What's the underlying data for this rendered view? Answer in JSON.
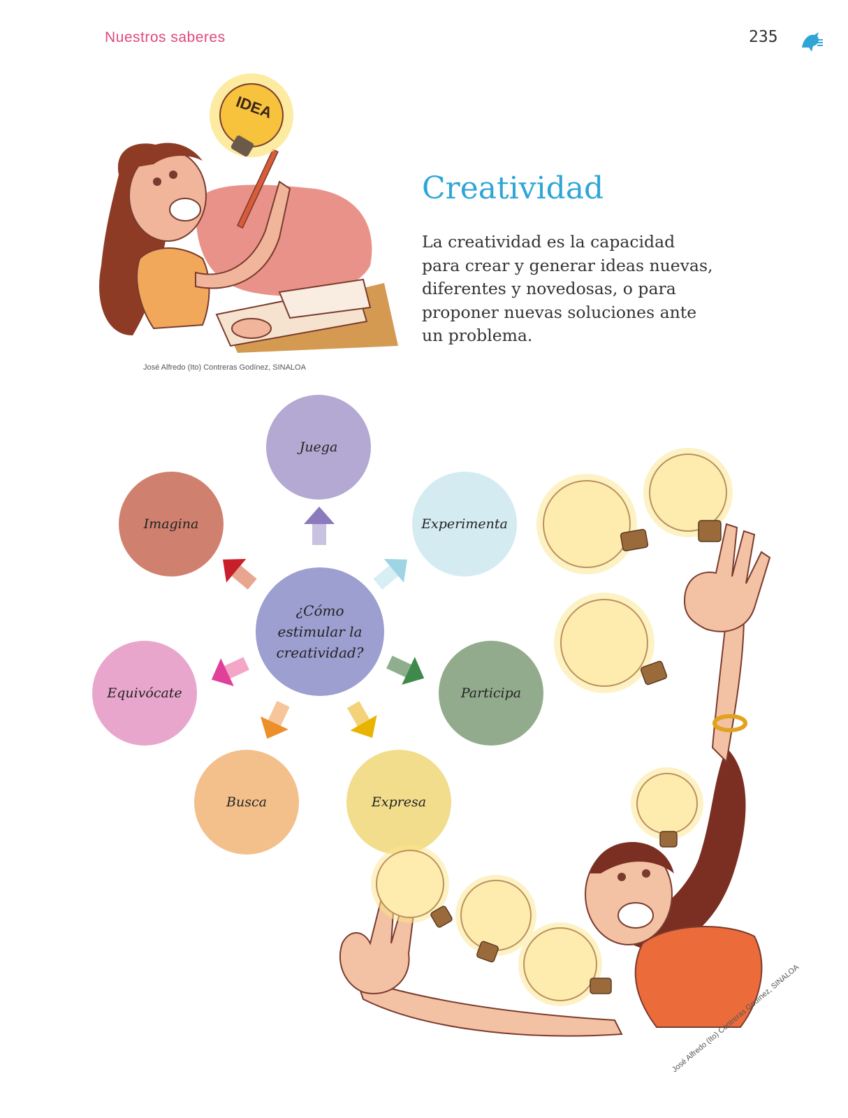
{
  "header": {
    "section_title": "Nuestros saberes",
    "page_number": "235"
  },
  "top": {
    "illustration_label": "IDEA",
    "credit": "José Alfredo (Ito) Contreras Godínez, SINALOA"
  },
  "article": {
    "title": "Creatividad",
    "body": "La creatividad es la capacidad para crear y generar ideas nuevas, diferentes y novedosas, o para proponer nuevas soluciones ante un problema."
  },
  "diagram": {
    "center": "¿Cómo estimular la creatividad?",
    "nodes": [
      {
        "label": "Juega",
        "color": "#b3a9d3"
      },
      {
        "label": "Experimenta",
        "color": "#d3ebf1"
      },
      {
        "label": "Participa",
        "color": "#93ab8d"
      },
      {
        "label": "Expresa",
        "color": "#f2dd8c"
      },
      {
        "label": "Busca",
        "color": "#f3c08c"
      },
      {
        "label": "Equivócate",
        "color": "#e8a6cc"
      },
      {
        "label": "Imagina",
        "color": "#d0806e"
      }
    ],
    "center_color": "#9c9fcf"
  },
  "bottom": {
    "credit": "José Alfredo (Ito) Contreras Godínez, SINALOA"
  }
}
